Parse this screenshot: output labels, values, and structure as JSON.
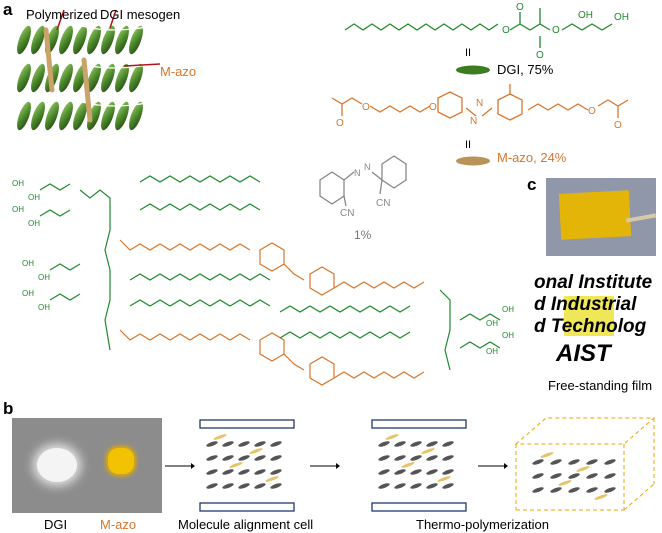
{
  "panels": {
    "a": {
      "letter": "a",
      "polymerized_label": "Polymerized",
      "mesogen_label": "DGI mesogen",
      "mazo_arrow_label": "M-azo",
      "parallel_symbol_1": "II",
      "parallel_symbol_2": "II",
      "dgi_label": "DGI, 75%",
      "mazo_label": "M-azo, 24%",
      "initiator_percent": "1%",
      "atom_cn_1": "CN",
      "atom_cn_2": "CN",
      "atom_n_1": "N",
      "atom_n_2": "N",
      "oh_labels": [
        "OH",
        "OH",
        "OH",
        "OH",
        "OH",
        "OH",
        "OH",
        "OH",
        "OH",
        "OH",
        "OH",
        "OH"
      ],
      "o_label": "O",
      "n_label": "N"
    },
    "b": {
      "letter": "b",
      "dgi_caption": "DGI",
      "mazo_caption": "M-azo",
      "cell_caption": "Molecule alignment cell",
      "thermo_caption": "Thermo-polymerization"
    },
    "c": {
      "letter": "c",
      "aist_lines": [
        "onal Institute",
        "d Industrial",
        "d Technolog",
        "AIST"
      ],
      "caption": "Free-standing film"
    }
  },
  "colors": {
    "green_chain": "#1f8a2e",
    "orange_chain": "#d9762b",
    "initiator_gray": "#888888",
    "film_yellow": "#e8b600",
    "cell_blue": "#1f3a6b"
  }
}
